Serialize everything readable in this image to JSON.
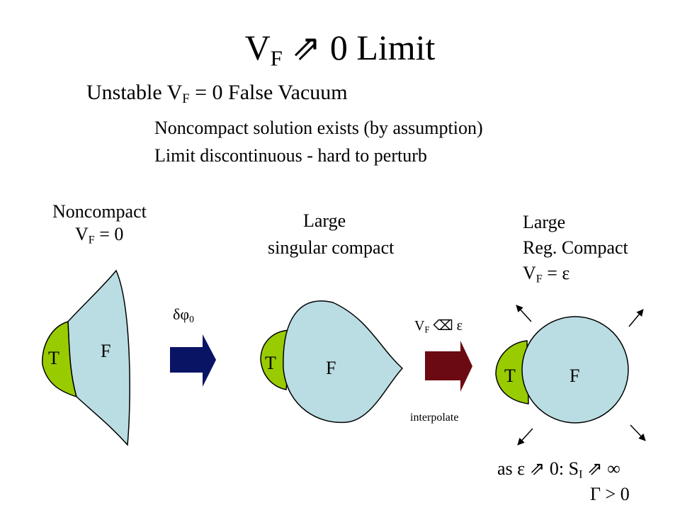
{
  "slide": {
    "title": {
      "main": "V",
      "sub": "F",
      "arrow": "⇗",
      "rest": "0 Limit"
    },
    "subtitle": {
      "a": "Unstable V",
      "sub": "F",
      "b": "= 0 False Vacuum"
    },
    "bullets": [
      "Noncompact solution exists (by assumption)",
      "Limit discontinuous - hard to perturb"
    ]
  },
  "panels": {
    "noncompact": {
      "line1": "Noncompact",
      "line2_a": "V",
      "line2_sub": "F",
      "line2_b": "= 0",
      "t_label": "T",
      "f_label": "F"
    },
    "singular": {
      "line1": "Large",
      "line2": "singular compact",
      "t_label": "T",
      "f_label": "F"
    },
    "regular": {
      "line1": "Large",
      "line2": "Reg. Compact",
      "line3_a": "V",
      "line3_sub": "F",
      "line3_b": "= ε",
      "t_label": "T",
      "f_label": "F"
    }
  },
  "arrows": {
    "first": {
      "label": "δφ",
      "label_sub": "0",
      "color": "#0a1465"
    },
    "second": {
      "label_a": "V",
      "label_sub": "F",
      "label_arrow": "⌫",
      "label_b": "ε",
      "color": "#6b0a12"
    },
    "interpolate": "interpolate"
  },
  "bottom": {
    "limit": {
      "a": "as ε",
      "arrow1": "⇗",
      "b": "0: S",
      "sub": "I",
      "arrow2": "⇗",
      "c": "∞"
    },
    "gamma": "Γ > 0"
  },
  "colors": {
    "true_vacuum": "#99cc00",
    "false_vacuum": "#b9dde2",
    "outline": "#000000"
  }
}
